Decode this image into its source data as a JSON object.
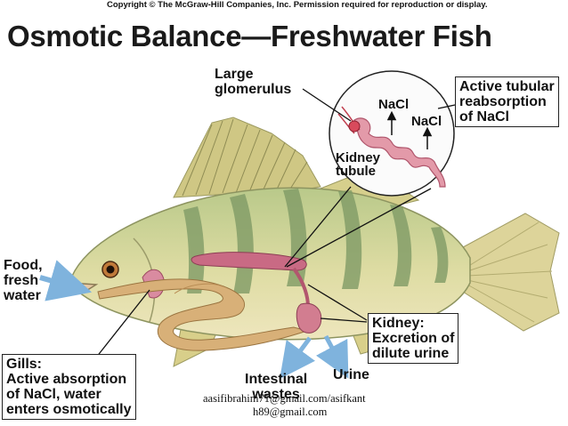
{
  "copyright": "Copyright © The McGraw-Hill Companies, Inc. Permission required for reproduction or display.",
  "title": "Osmotic Balance—Freshwater Fish",
  "labels": {
    "large_glomerulus": "Large\nglomerulus",
    "nacl_1": "NaCl",
    "nacl_2": "NaCl",
    "kidney_tubule": "Kidney\ntubule",
    "active_tubular": "Active tubular\nreabsorption\nof NaCl",
    "food_water": "Food,\nfresh\nwater",
    "gills": "Gills:\nActive absorption\nof NaCl, water\nenters osmotically",
    "kidney_excretion": "Kidney:\nExcretion of\ndilute urine",
    "intestinal_wastes": "Intestinal\nwastes",
    "urine": "Urine"
  },
  "watermark": {
    "line1": "aasifibrahim71@gmail.com/asifkant",
    "line2": "h89@gmail.com"
  },
  "colors": {
    "fish_body": "#d9d79a",
    "fish_stripe": "#7f9a6a",
    "fin": "#d8cf8a",
    "organ_pink": "#c96a84",
    "gut_tan": "#d8b078",
    "arrow_blue": "#7fb3dd"
  }
}
